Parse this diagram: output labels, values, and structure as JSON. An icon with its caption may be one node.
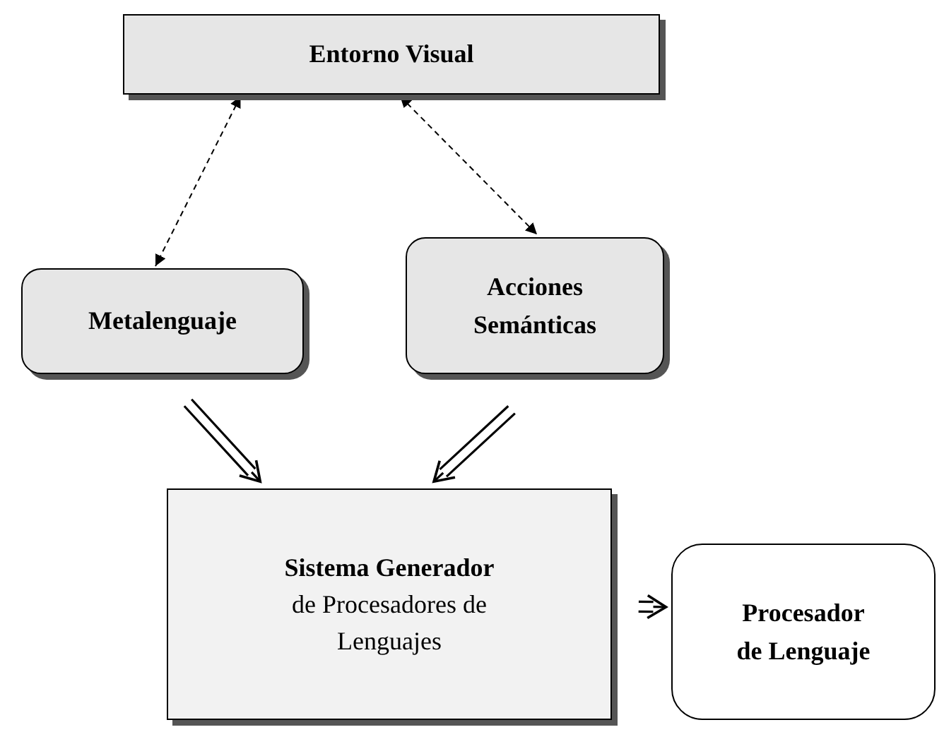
{
  "diagram": {
    "nodes": [
      {
        "text": [
          "Entorno Visual"
        ]
      },
      {
        "text": [
          "Metalenguaje"
        ]
      },
      {
        "text": [
          "Acciones Semánticas"
        ]
      },
      {
        "text": [
          "Sistema Generador",
          "de Procesadores de Lenguajes"
        ]
      },
      {
        "text": [
          "Procesador de Lenguaje"
        ]
      }
    ],
    "edges": [
      {
        "from": 0,
        "to": 1,
        "arrow": "both",
        "style": "dashed"
      },
      {
        "from": 0,
        "to": 2,
        "arrow": "both",
        "style": "dashed"
      },
      {
        "from": 1,
        "to": 3,
        "arrow": "to"
      },
      {
        "from": 2,
        "to": 3,
        "arrow": "to"
      },
      {
        "from": 3,
        "to": 4,
        "arrow": "to"
      }
    ]
  }
}
